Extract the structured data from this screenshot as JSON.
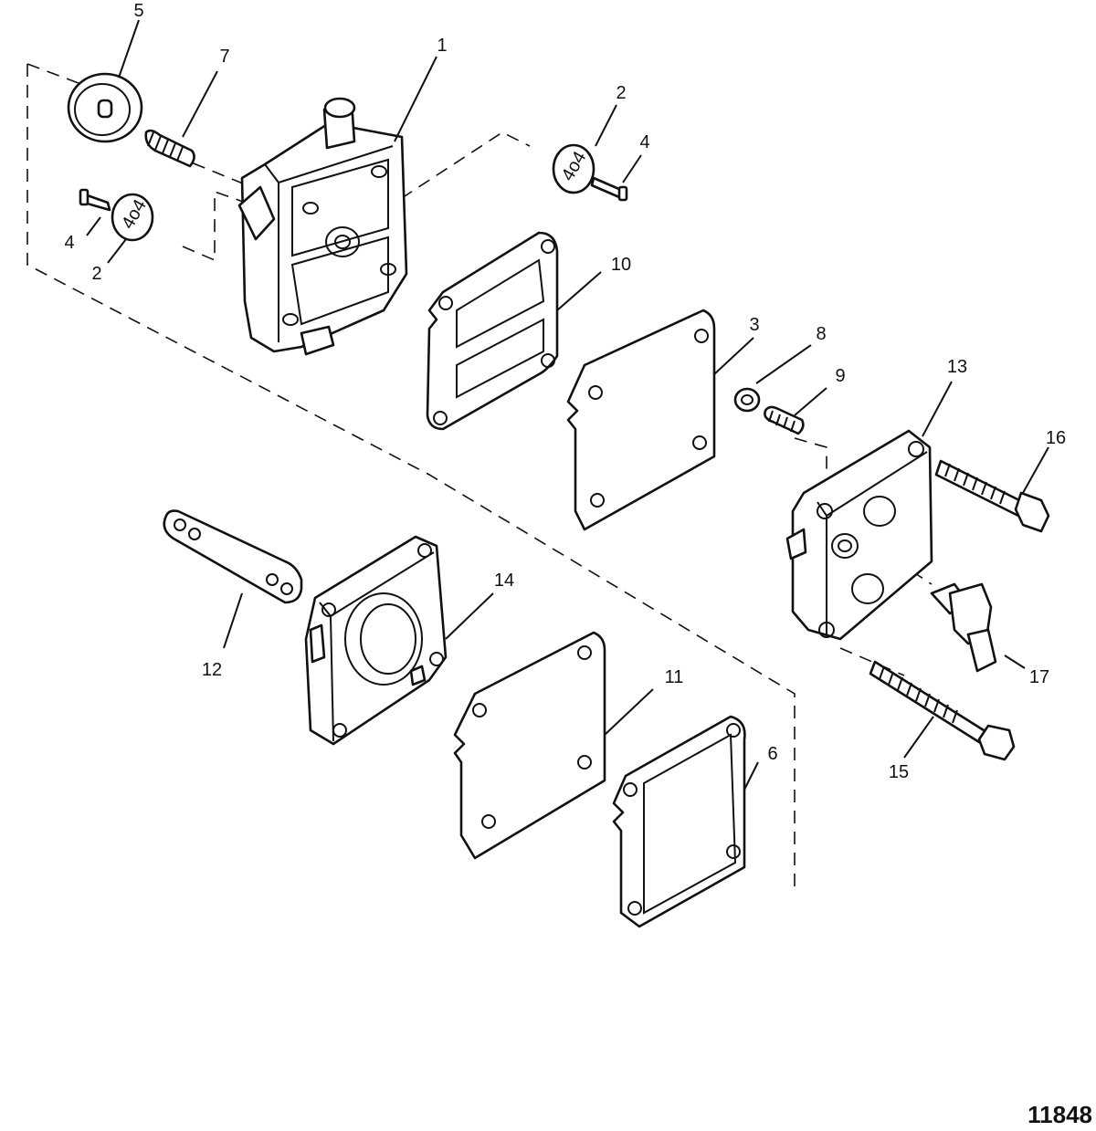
{
  "callouts": [
    {
      "id": "c1",
      "text": "1"
    },
    {
      "id": "c2a",
      "text": "2"
    },
    {
      "id": "c2b",
      "text": "2"
    },
    {
      "id": "c3",
      "text": "3"
    },
    {
      "id": "c4a",
      "text": "4"
    },
    {
      "id": "c4b",
      "text": "4"
    },
    {
      "id": "c5",
      "text": "5"
    },
    {
      "id": "c6",
      "text": "6"
    },
    {
      "id": "c7",
      "text": "7"
    },
    {
      "id": "c8",
      "text": "8"
    },
    {
      "id": "c9",
      "text": "9"
    },
    {
      "id": "c10",
      "text": "10"
    },
    {
      "id": "c11",
      "text": "11"
    },
    {
      "id": "c12",
      "text": "12"
    },
    {
      "id": "c13",
      "text": "13"
    },
    {
      "id": "c14",
      "text": "14"
    },
    {
      "id": "c15",
      "text": "15"
    },
    {
      "id": "c16",
      "text": "16"
    },
    {
      "id": "c17",
      "text": "17"
    }
  ],
  "figure_number": "11848",
  "part_stamp": "4o4"
}
